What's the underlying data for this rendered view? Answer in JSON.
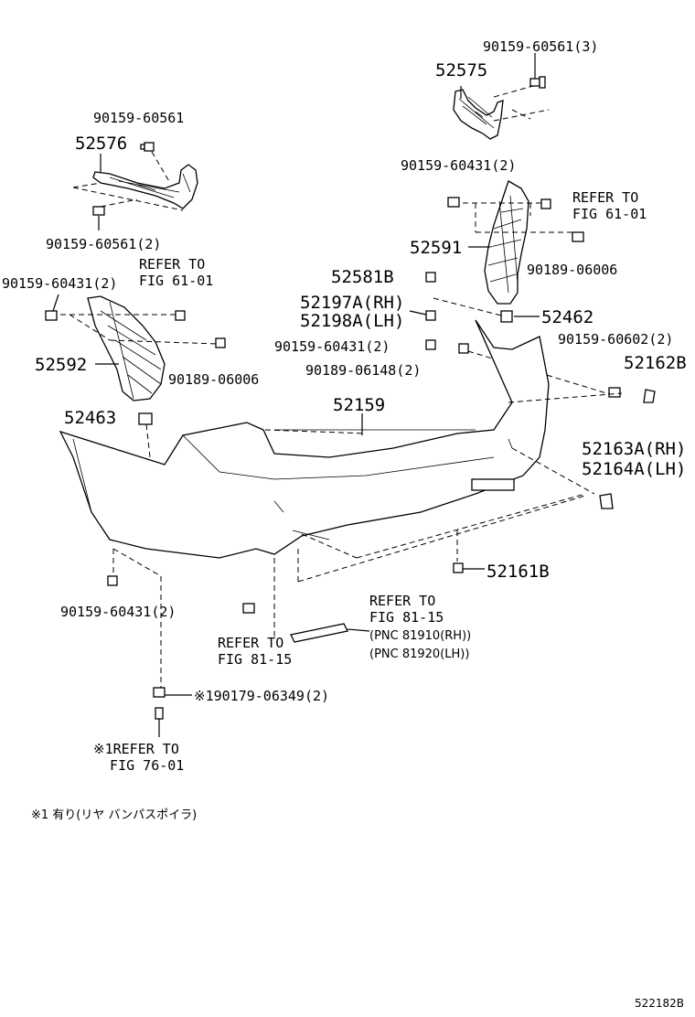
{
  "labels": {
    "p_90159_60561_3": "90159-60561(3)",
    "p_52575": "52575",
    "p_90159_60561": "90159-60561",
    "p_52576": "52576",
    "p_90159_60431_2_top": "90159-60431(2)",
    "refer_61_01_right": "REFER TO\nFIG 61-01",
    "p_90159_60561_2": "90159-60561(2)",
    "p_52591": "52591",
    "p_90189_06006_right": "90189-06006",
    "refer_61_01_left": "REFER TO\nFIG 61-01",
    "p_90159_60431_2_left": "90159-60431(2)",
    "p_52581b": "52581B",
    "p_52197a": "52197A(RH)",
    "p_52198a": "52198A(LH)",
    "p_52462": "52462",
    "p_90159_60431_2_mid": "90159-60431(2)",
    "p_90159_60602_2": "90159-60602(2)",
    "p_52592": "52592",
    "p_90189_06148_2": "90189-06148(2)",
    "p_52162b": "52162B",
    "p_90189_06006_left": "90189-06006",
    "p_52159": "52159",
    "p_52463": "52463",
    "p_52163a": "52163A(RH)",
    "p_52164a": "52164A(LH)",
    "p_52161b": "52161B",
    "refer_81_15_right": "REFER TO\nFIG 81-15",
    "pnc_rh": "(PNC 81910(RH))",
    "pnc_lh": "(PNC 81920(LH))",
    "p_90159_60431_2_bottom": "90159-60431(2)",
    "refer_81_15_left": "REFER TO\nFIG 81-15",
    "p_90179_06349_2": "※190179-06349(2)",
    "refer_76_01": "※1REFER TO\n  FIG 76-01",
    "footnote": "※1 有り(リヤ バンパスポイラ)",
    "diagram_id": "522182B"
  }
}
